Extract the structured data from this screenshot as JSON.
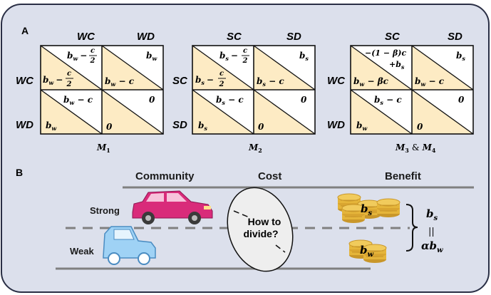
{
  "colors": {
    "panel_bg": "#dce0ec",
    "panel_border": "#2a2f45",
    "cell_fill": "#fdebc4",
    "car_strong": "#d92b7a",
    "car_weak": "#9fd2f5",
    "coin": "#e5b53a",
    "road": "#808080",
    "ellipse_fill": "#eeeeee"
  },
  "panel_a": {
    "label": "A",
    "matrices": [
      {
        "caption": "M",
        "caption_sub": "1",
        "col_headers": [
          "WC",
          "WD"
        ],
        "row_headers": [
          "WC",
          "WD"
        ],
        "cells": {
          "r1c1_upper": {
            "main": "b",
            "sub": "w",
            "minus": "−",
            "num": "c",
            "den": "2"
          },
          "r1c1_lower": {
            "main": "b",
            "sub": "w",
            "minus": "−",
            "num": "c",
            "den": "2"
          },
          "r1c2_upper": {
            "main": "b",
            "sub": "w"
          },
          "r1c2_lower": {
            "main": "b",
            "sub": "w",
            "rest": " − c"
          },
          "r2c1_upper": {
            "main": "b",
            "sub": "w",
            "rest": " − c"
          },
          "r2c1_lower": {
            "main": "b",
            "sub": "w"
          },
          "r2c2_upper": "0",
          "r2c2_lower": "0"
        }
      },
      {
        "caption": "M",
        "caption_sub": "2",
        "col_headers": [
          "SC",
          "SD"
        ],
        "row_headers": [
          "SC",
          "SD"
        ],
        "cells": {
          "r1c1_upper": {
            "main": "b",
            "sub": "s",
            "minus": "−",
            "num": "c",
            "den": "2"
          },
          "r1c1_lower": {
            "main": "b",
            "sub": "s",
            "minus": "−",
            "num": "c",
            "den": "2"
          },
          "r1c2_upper": {
            "main": "b",
            "sub": "s"
          },
          "r1c2_lower": {
            "main": "b",
            "sub": "s",
            "rest": " − c"
          },
          "r2c1_upper": {
            "main": "b",
            "sub": "s",
            "rest": " − c"
          },
          "r2c1_lower": {
            "main": "b",
            "sub": "s"
          },
          "r2c2_upper": "0",
          "r2c2_lower": "0"
        }
      },
      {
        "caption": "M",
        "caption_sub": "3",
        "caption_amp": "&",
        "caption2": "M",
        "caption2_sub": "4",
        "col_headers": [
          "SC",
          "SD"
        ],
        "row_headers": [
          "WC",
          "WD"
        ],
        "cells": {
          "r1c1_upper_line1": "−(1 − β)c",
          "r1c1_upper_line2_prefix": "+b",
          "r1c1_upper_line2_sub": "s",
          "r1c1_lower": {
            "main": "b",
            "sub": "w",
            "rest": " − βc"
          },
          "r1c2_upper": {
            "main": "b",
            "sub": "s"
          },
          "r1c2_lower": {
            "main": "b",
            "sub": "w",
            "rest": " − c"
          },
          "r2c1_upper": {
            "main": "b",
            "sub": "s",
            "rest": " − c"
          },
          "r2c1_lower": {
            "main": "b",
            "sub": "w"
          },
          "r2c2_upper": "0",
          "r2c2_lower": "0"
        }
      }
    ]
  },
  "panel_b": {
    "label": "B",
    "headers": {
      "community": "Community",
      "cost": "Cost",
      "benefit": "Benefit"
    },
    "strong_label": "Strong",
    "weak_label": "Weak",
    "ellipse_text_1": "How to",
    "ellipse_text_2": "divide?",
    "coin_strong_main": "b",
    "coin_strong_sub": "s",
    "coin_weak_main": "b",
    "coin_weak_sub": "w",
    "relation_top_main": "b",
    "relation_top_sub": "s",
    "relation_eq": "||",
    "relation_bottom_main": "αb",
    "relation_bottom_sub": "w"
  }
}
